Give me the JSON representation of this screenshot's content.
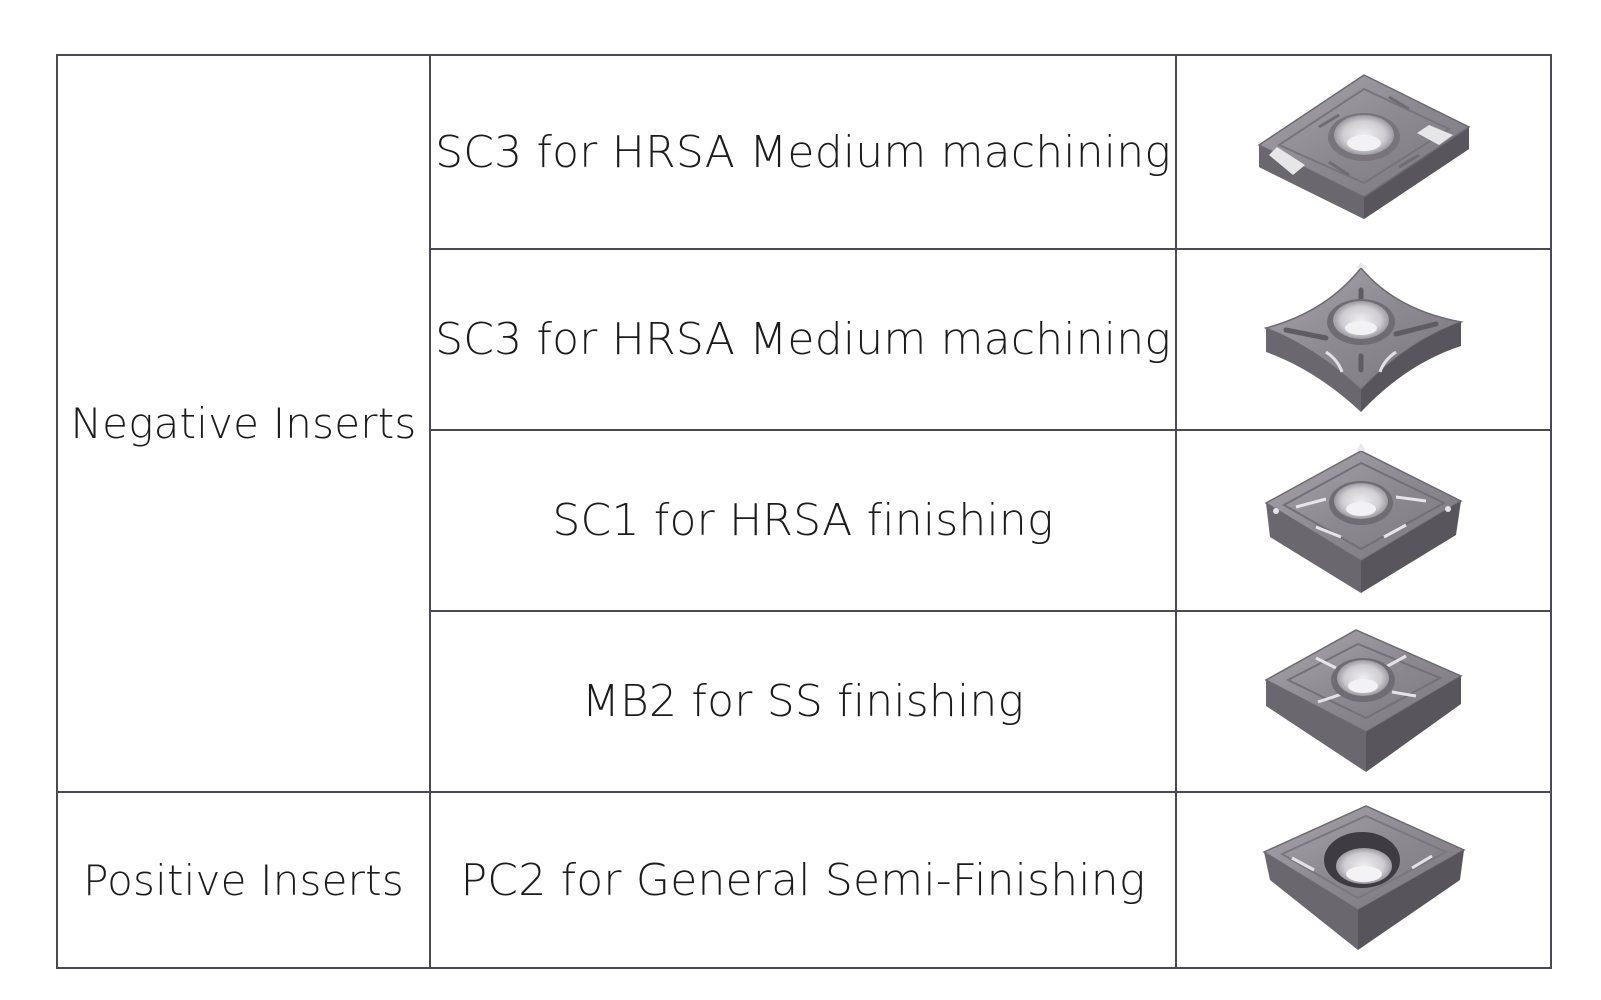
{
  "table": {
    "categories": [
      {
        "label": "Negative Inserts"
      },
      {
        "label": "Positive Inserts"
      }
    ],
    "rows": [
      {
        "description": "SC3 for HRSA Medium machining",
        "image": "square-insert-sc3-icon"
      },
      {
        "description": "SC3 for HRSA Medium machining",
        "image": "square-insert-sc3-concave-icon"
      },
      {
        "description": "SC1 for HRSA finishing",
        "image": "square-insert-sc1-icon"
      },
      {
        "description": "MB2 for SS finishing",
        "image": "square-insert-mb2-icon"
      },
      {
        "description": "PC2 for General Semi-Finishing",
        "image": "rhombic-insert-pc2-icon"
      }
    ]
  },
  "colors": {
    "border": "#4a4a52",
    "insert_top": "#8f8c93",
    "insert_side": "#6e6b72",
    "insert_hole": "#d7d5da"
  }
}
